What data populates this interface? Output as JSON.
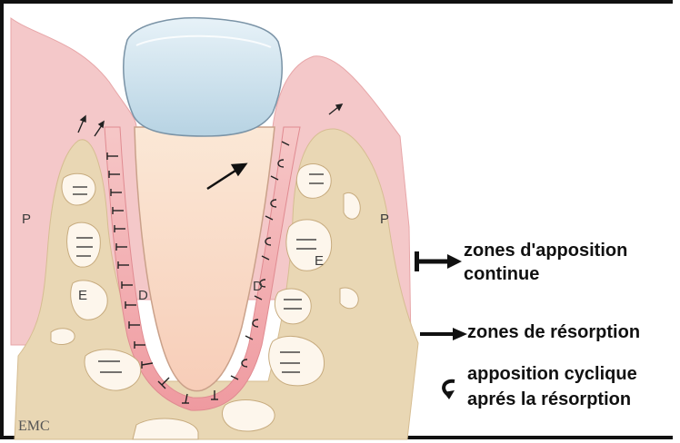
{
  "labels": {
    "periodontium_left": "P",
    "periodontium_right": "P",
    "dentin_left": "D",
    "dentin_right": "D",
    "enamel_left": "E",
    "enamel_right": "E"
  },
  "credit": "EMC",
  "legend": {
    "items": [
      {
        "icon": "t-arrow-icon",
        "line1": "zones d'apposition",
        "line2": "continue"
      },
      {
        "icon": "arrow-icon",
        "line1": "zones de résorption",
        "line2": ""
      },
      {
        "icon": "curl-arrow-icon",
        "line1": "apposition cyclique",
        "line2": "aprés la résorption"
      }
    ]
  },
  "colors": {
    "gum": "#f4c8c9",
    "bone": "#e9d7b4",
    "root": "#fbe3cf",
    "crown": "#c9e0ec",
    "ligament": "#f3b3b6"
  }
}
